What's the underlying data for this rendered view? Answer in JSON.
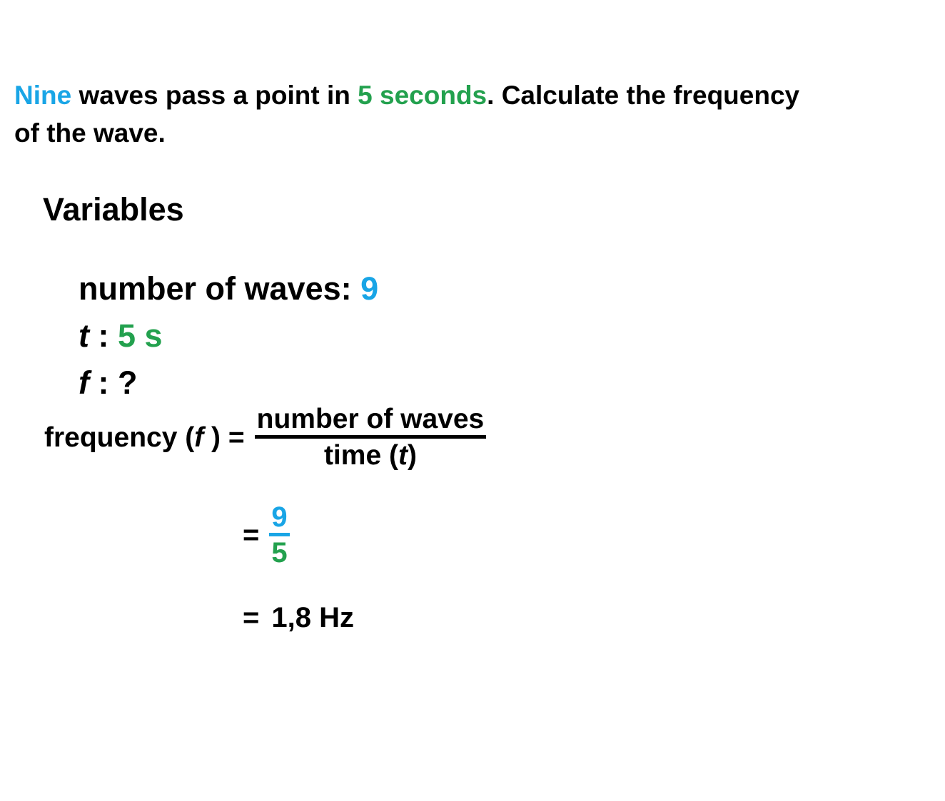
{
  "colors": {
    "blue": "#19A5E6",
    "green": "#23A14E",
    "text": "#000000",
    "background": "#FFFFFF"
  },
  "problem": {
    "number_word": "Nine",
    "middle": " waves pass a point in ",
    "time_phrase": "5 seconds",
    "rest_line1": ". Calculate the frequency",
    "rest_line2": "of the wave."
  },
  "variables": {
    "heading": "Variables",
    "waves": {
      "label": "number of waves: ",
      "value": "9"
    },
    "time": {
      "symbol": "t",
      "separator": " : ",
      "value": "5 s"
    },
    "frequency": {
      "symbol": "f",
      "separator": " : ",
      "value": "?"
    }
  },
  "solution": {
    "formula": {
      "lhs_text": "frequency (",
      "lhs_symbol": "f",
      "lhs_close": " ) =",
      "numerator": "number of waves",
      "denominator_text": "time (",
      "denominator_symbol": "t",
      "denominator_close": ")"
    },
    "substitution": {
      "equals": "=",
      "numerator": "9",
      "denominator": "5"
    },
    "result": {
      "equals": "=",
      "value": "1,8 Hz"
    }
  }
}
